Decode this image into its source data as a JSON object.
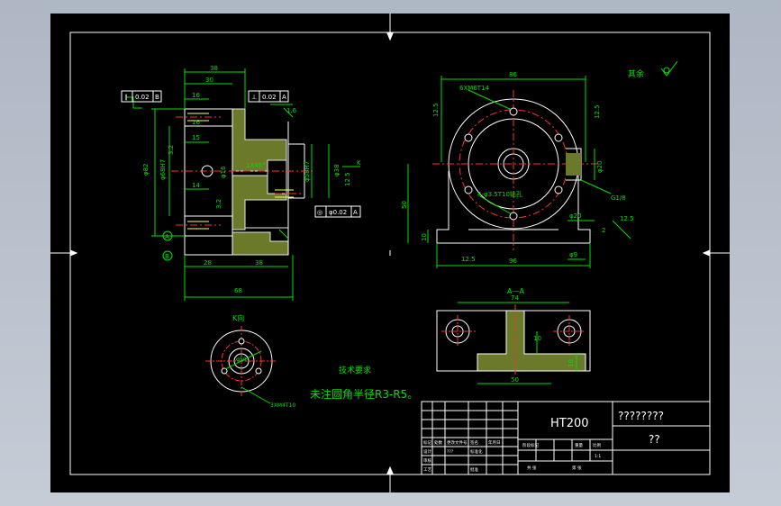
{
  "drawing": {
    "material": "HT200",
    "title_name": "????????",
    "subtitle": "??",
    "roughness_note": "其余",
    "tech_req_title": "技术要求",
    "tech_req_text": "未注圆角半径R3-R5。",
    "section_label": "A—A",
    "view_k_label": "K向",
    "thread_6xm6": "6XM6T14",
    "thread_3xm4": "3XM4T10",
    "holes_note": "4-φ3.5T10钻孔",
    "pipe_thread": "G1/8",
    "tolerance_a": {
      "sym": "∥",
      "value": "0.02",
      "datum": "B"
    },
    "tolerance_b": {
      "sym": "⊥",
      "value": "0.02",
      "datum": "A"
    },
    "tolerance_c": {
      "sym": "◎",
      "value": "φ0.02",
      "datum": "A"
    },
    "dims_front": [
      "38",
      "30",
      "16",
      "16",
      "15",
      "14",
      "28",
      "38",
      "68",
      "φ82",
      "φ68H7",
      "φ16",
      "φ58H7",
      "φ38",
      "1X45°",
      "3.2",
      "12.5",
      "K",
      "A",
      "B",
      "1.6",
      "3.2"
    ],
    "dims_side": [
      "86",
      "12.5",
      "12.5",
      "50",
      "10",
      "12.5",
      "96",
      "φ9",
      "φ20",
      "φ20",
      "2",
      "12.5"
    ],
    "dims_section": [
      "74",
      "10",
      "10",
      "50"
    ],
    "dims_kview": [
      "φ50"
    ],
    "title_block": {
      "row1": [
        "标记",
        "处数",
        "分区",
        "更改文件号",
        "签名",
        "年月日"
      ],
      "row2": [
        "设计",
        "???",
        "标准化"
      ],
      "row3": [
        "审核"
      ],
      "row4": [
        "工艺",
        "批准"
      ],
      "stage_label": "阶段标记",
      "weight_label": "重量",
      "scale_label": "比例",
      "scale_value": "1:1",
      "sheets_label": "共 张",
      "sheet_label": "第 张"
    }
  }
}
